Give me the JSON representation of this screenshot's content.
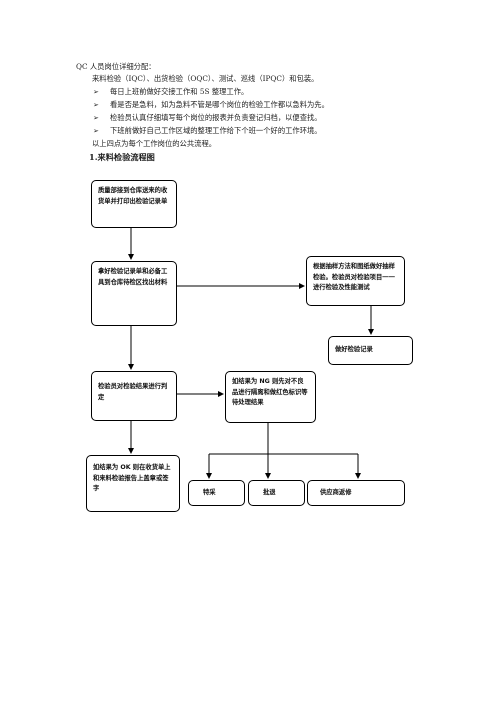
{
  "intro": "QC 人员岗位详细分配：",
  "sub_intro": "来料检验（IQC）、出货检验（OQC）、测试、巡线（IPQC）和包装。",
  "bullets": [
    "每日上班前做好交接工作和 5S 整理工作。",
    "看是否是急料，如为急料不管是哪个岗位的检验工作都以急料为先。",
    "检验员认真仔细填写每个岗位的报表并负责登记归档，以便查找。",
    "下班前做好自己工作区域的整理工作给下个班一个好的工作环境。"
  ],
  "closing": "以上四点为每个工作岗位的公共流程。",
  "section_title": "1.来料检验流程图",
  "flow": {
    "box1": "质量部接到仓库送来的收货单并打印出检验记录单",
    "box2": "拿好检验记录单和必备工具到仓库待检区找出材料",
    "box3": "根据抽样方法和图纸做好抽样检验。检验员对检验项目一一进行检验及性能测试",
    "box4": "做好检验记录",
    "box5": "检验员对检验结果进行判定",
    "box6": "如结果为 NG 则先对不良品进行隔离和做红色标识等待处理结果",
    "box7": "如结果为 OK 则在收货单上和来料检验报告上盖章或签字",
    "box8": "特采",
    "box9": "批退",
    "box10": "供应商返修"
  }
}
